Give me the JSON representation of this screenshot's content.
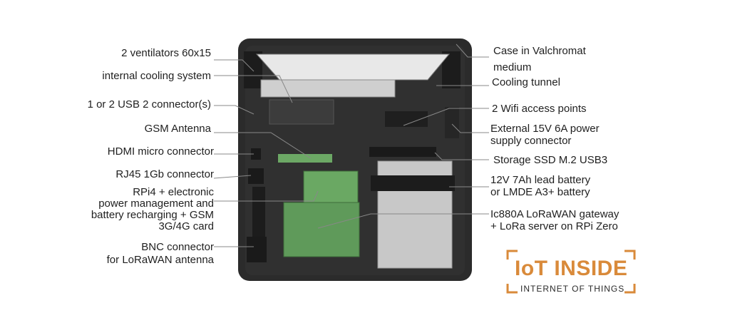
{
  "labels": {
    "ventilators": "2 ventilators 60x15",
    "cooling_system": "internal cooling system",
    "usb": "1 or 2 USB 2 connector(s)",
    "gsm_antenna": "GSM Antenna",
    "hdmi": "HDMI micro connector",
    "rj45": "RJ45 1Gb connector",
    "rpi_line1": "RPi4 + electronic",
    "rpi_line2": "power management and",
    "rpi_line3": "battery recharging + GSM",
    "rpi_line4": "3G/4G card",
    "bnc_line1": "BNC connector",
    "bnc_line2": "for LoRaWAN antenna",
    "case_line1": "Case in Valchromat",
    "case_line2": "medium",
    "cooling_tunnel": "Cooling tunnel",
    "wifi": "2 Wifi access points",
    "power_line1": "External 15V 6A power",
    "power_line2": "supply connector",
    "ssd": "Storage SSD M.2 USB3",
    "battery_line1": "12V 7Ah lead battery",
    "battery_line2": "or LMDE A3+ battery",
    "gateway_line1": "Ic880A LoRaWAN gateway",
    "gateway_line2": "+ LoRa server on RPi Zero"
  },
  "logo": {
    "title": "IoT INSIDE",
    "subtitle": "INTERNET OF THINGS",
    "accent_color": "#d98a3a"
  },
  "colors": {
    "case": "#2b2b2b",
    "pcb": "#5f9a5a",
    "battery": "#c8c8c8",
    "leader": "#888888"
  }
}
